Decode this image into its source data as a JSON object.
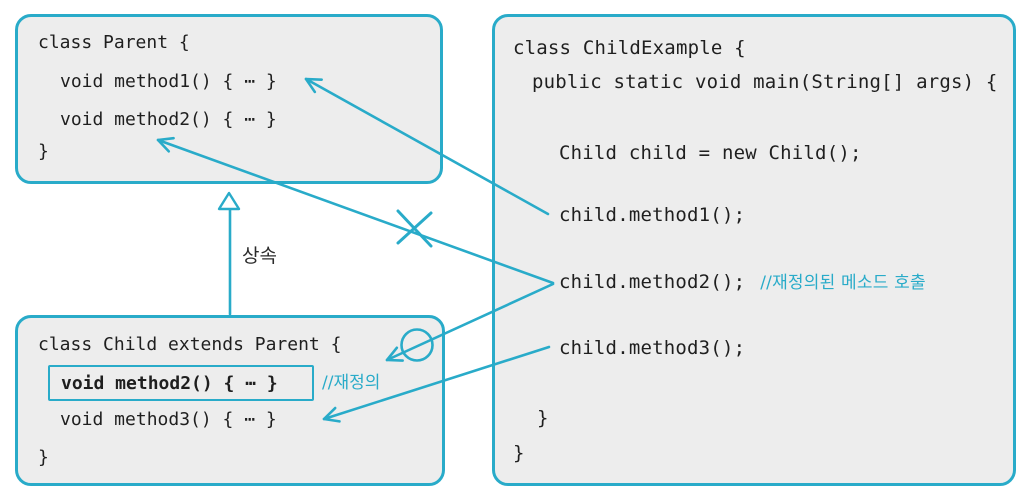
{
  "colors": {
    "accent": "#29ABC9",
    "code_text": "#1F1F1F",
    "box_background": "#EDEDED",
    "canvas_background": "#FFFFFF"
  },
  "parent_box": {
    "line1": "class Parent {",
    "line2": "void method1() { ⋯ }",
    "line3": "void method2() { ⋯ }",
    "line4": "}"
  },
  "child_box": {
    "line1": "class Child extends Parent {",
    "overridden_method": "void method2() { ⋯ }",
    "override_comment": "//재정의",
    "line3": "void method3() { ⋯ }",
    "line4": "}"
  },
  "example_box": {
    "line1": "class ChildExample {",
    "line2": "public static void main(String[] args) {",
    "line3": "Child child = new Child();",
    "line4": "child.method1();",
    "line5": "child.method2();",
    "line5_comment": "//재정의된 메소드 호출",
    "line6": "child.method3();",
    "line7": "}",
    "line8": "}"
  },
  "labels": {
    "inheritance": "상속"
  }
}
